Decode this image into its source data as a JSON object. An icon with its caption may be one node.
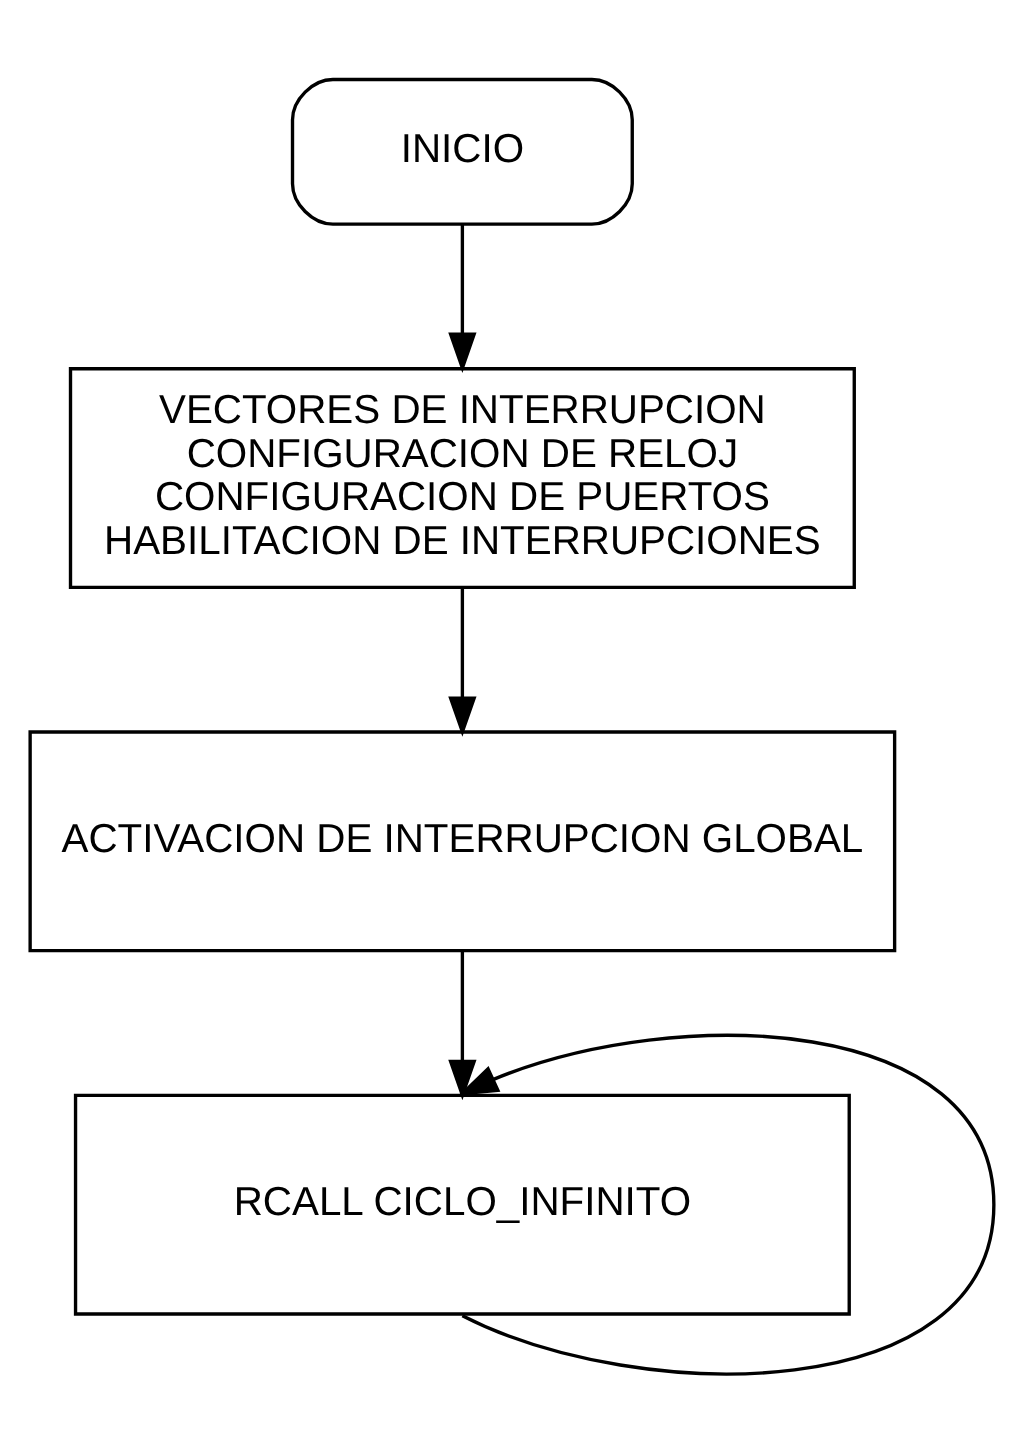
{
  "diagram": {
    "nodes": [
      {
        "text": [
          "INICIO"
        ]
      },
      {
        "text": [
          "VECTORES DE INTERRUPCION",
          "CONFIGURACION DE RELOJ",
          "CONFIGURACION DE PUERTOS",
          "HABILITACION DE INTERRUPCIONES"
        ]
      },
      {
        "text": [
          "ACTIVACION DE INTERRUPCION GLOBAL"
        ]
      },
      {
        "text": [
          "RCALL CICLO_INFINITO"
        ]
      }
    ],
    "edges": [
      {
        "from": 0,
        "to": 1,
        "arrow": "to"
      },
      {
        "from": 1,
        "to": 2,
        "arrow": "to"
      },
      {
        "from": 2,
        "to": 3,
        "arrow": "to"
      },
      {
        "from": 3,
        "to": 3,
        "arrow": "to"
      }
    ]
  }
}
